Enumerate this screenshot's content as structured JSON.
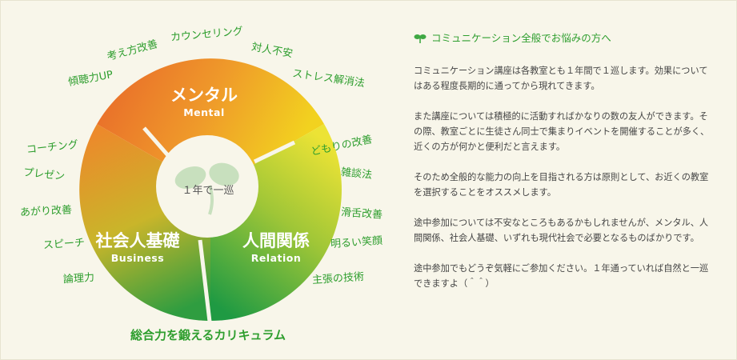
{
  "segments": {
    "mental": {
      "jp": "メンタル",
      "en": "Mental"
    },
    "relation": {
      "jp": "人間関係",
      "en": "Relation"
    },
    "business": {
      "jp": "社会人基礎",
      "en": "Business"
    }
  },
  "center_label": "１年で一巡",
  "footer_label": "総合力を鍛えるカリキュラム",
  "keywords": {
    "mental": [
      "考え方改善",
      "カウンセリング",
      "対人不安",
      "傾聴力UP",
      "ストレス解消法"
    ],
    "relation": [
      "どもりの改善",
      "雑談法",
      "滑舌改善",
      "明るい笑顔",
      "主張の技術"
    ],
    "business": [
      "コーチング",
      "プレゼン",
      "あがり改善",
      "スピーチ",
      "論理力"
    ]
  },
  "text": {
    "heading": "コミュニケーション全般でお悩みの方へ",
    "paragraphs": [
      "コミュニケーション講座は各教室とも１年間で１巡します。効果についてはある程度長期的に通ってから現れてきます。",
      "また講座については積極的に活動すればかなりの数の友人ができます。その際、教室ごとに生徒さん同士で集まりイベントを開催することが多く、近くの方が何かと便利だと言えます。",
      "そのため全般的な能力の向上を目指される方は原則として、お近くの教室を選択することをオススメします。",
      "途中参加については不安なところもあるかもしれませんが、メンタル、人間関係、社会人基礎、いずれも現代社会で必要となるものばかりです。",
      "途中参加でもどうぞ気軽にご参加ください。１年通っていれば自然と一巡できますよ（＾＾）"
    ]
  },
  "colors": {
    "orange": "#e8652a",
    "yellow": "#f2d21f",
    "green": "#1f9a43",
    "keyword_green": "#2e9e2e",
    "background": "#f8f6ea"
  }
}
